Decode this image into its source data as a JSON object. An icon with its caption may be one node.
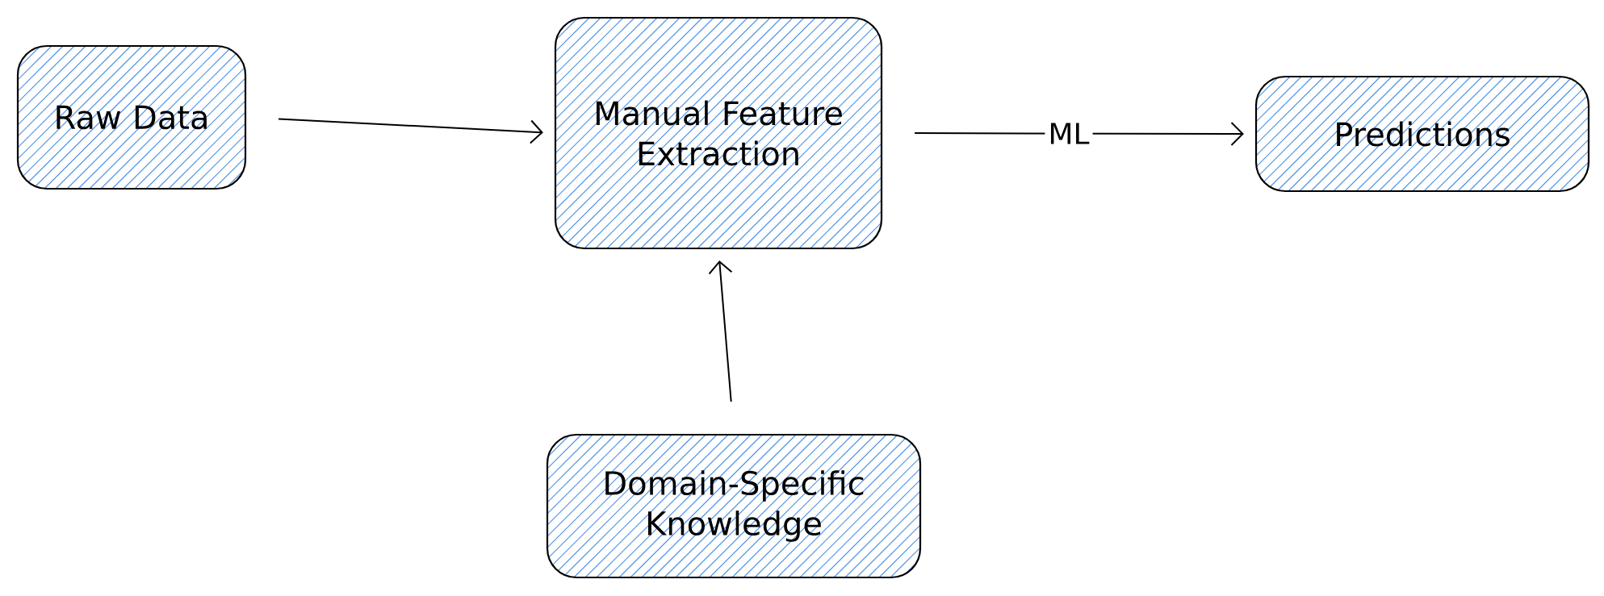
{
  "diagram": {
    "nodes": [
      {
        "text": [
          "Raw Data"
        ]
      },
      {
        "text": [
          "Manual Feature Extraction"
        ]
      },
      {
        "text": [
          "Predictions"
        ]
      },
      {
        "text": [
          "Domain-Specific Knowledge"
        ]
      }
    ],
    "edges": [
      {
        "from": 0,
        "to": 1,
        "arrow": "to"
      },
      {
        "from": 1,
        "to": 2,
        "arrow": "to",
        "label": "ML"
      },
      {
        "from": 3,
        "to": 1,
        "arrow": "to"
      }
    ]
  }
}
